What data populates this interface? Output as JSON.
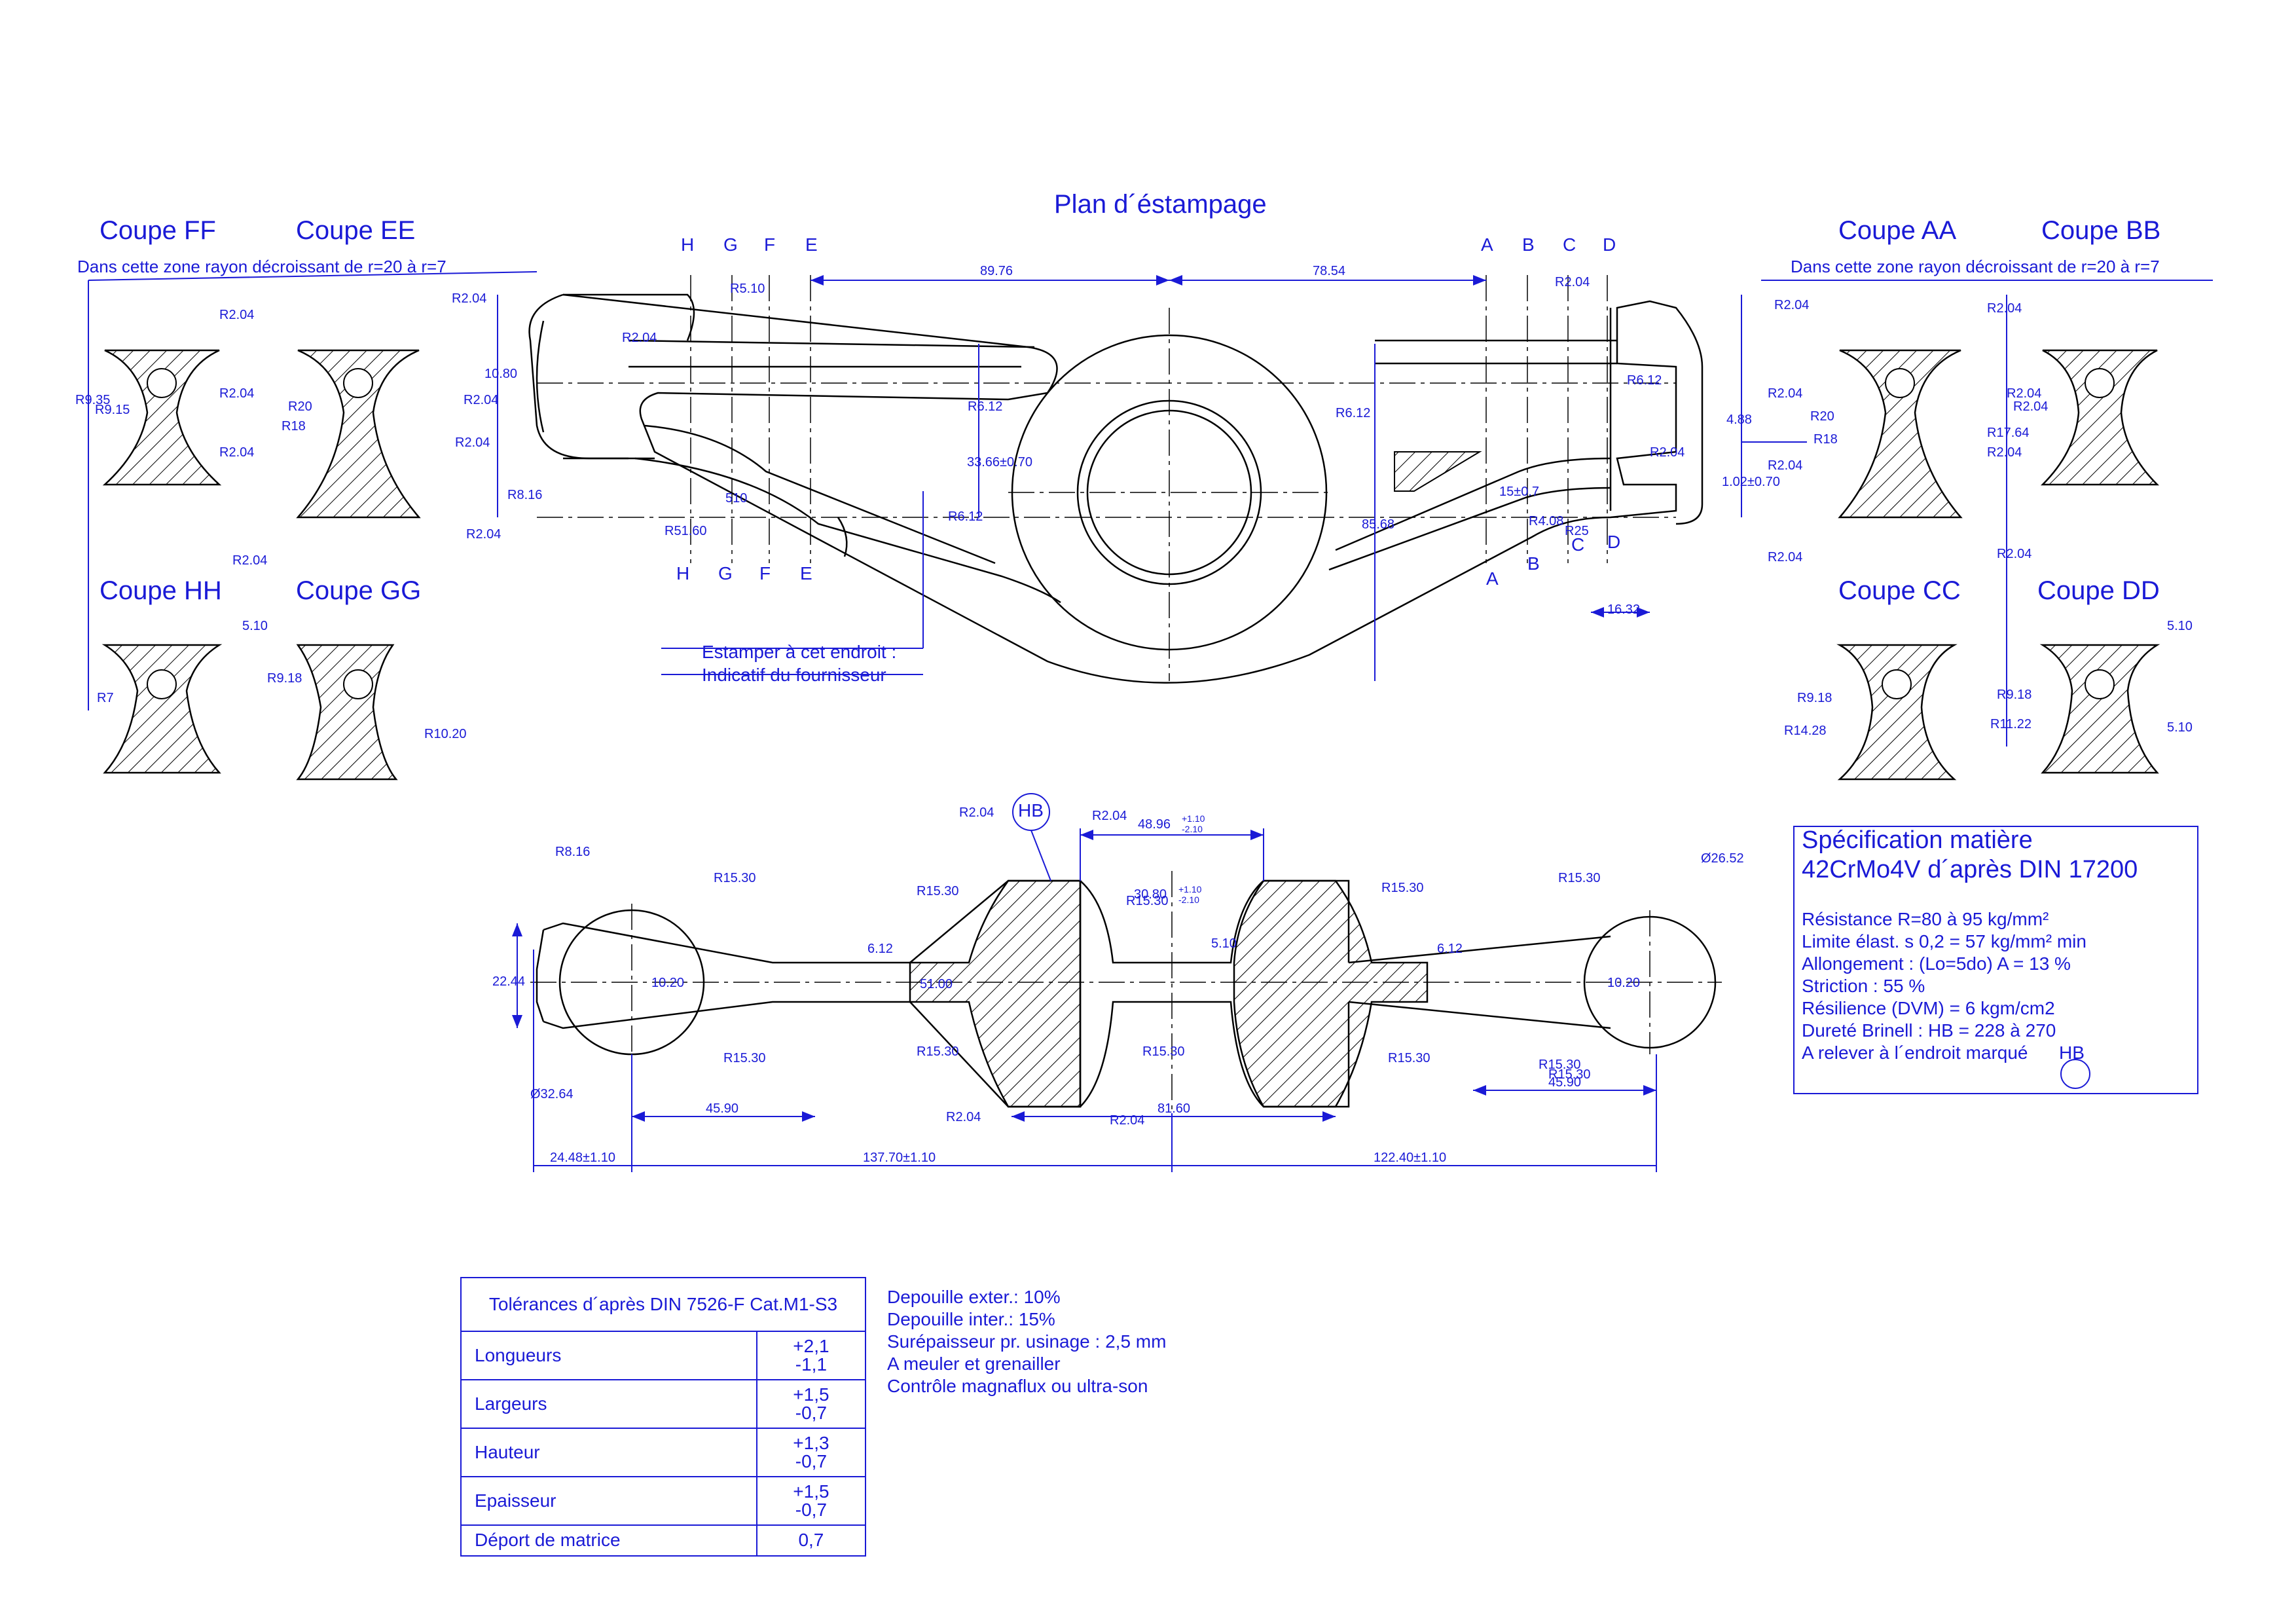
{
  "title": "Plan d´éstampage",
  "note_zone_left": "Dans cette zone rayon décroissant de r=20 à r=7",
  "note_zone_right": "Dans cette zone rayon décroissant de r=20 à r=7",
  "sections": {
    "ff": "Coupe FF",
    "ee": "Coupe EE",
    "hh": "Coupe HH",
    "gg": "Coupe GG",
    "aa": "Coupe AA",
    "bb": "Coupe BB",
    "cc": "Coupe CC",
    "dd": "Coupe DD"
  },
  "cut_letters_top": [
    "H",
    "G",
    "F",
    "E",
    "A",
    "B",
    "C",
    "D"
  ],
  "cut_letters_bottom": [
    "H",
    "G",
    "F",
    "E",
    "A",
    "B",
    "C",
    "D"
  ],
  "stamp_note": [
    "Estamper à cet endroit :",
    "Indicatif du fournisseur"
  ],
  "dims_top": {
    "d1": "89.76",
    "d2": "78.54",
    "d3": "16.32",
    "r612a": "R6.12",
    "r612b": "R6.12",
    "r612c": "R6.12",
    "r612d": "R6.12",
    "r204a": "R2.04",
    "r204b": "R2.04",
    "r204c": "R2.04",
    "r510": "R5.10",
    "r5160": "R51.60",
    "r816": "R8.16",
    "r25": "R25",
    "r48": "R4.08",
    "v1": "33.66±0.70",
    "v2": "85.68",
    "v3": "1.02±0.70",
    "v4": "4.88",
    "v5": "15±0.7",
    "v6": "10.80",
    "v7": "510"
  },
  "section_dims": {
    "ff": [
      "R2.04",
      "R9.35",
      "R9.15"
    ],
    "ee": [
      "R2.04",
      "R2.04",
      "R2.04",
      "R2.04",
      "R2.04",
      "R2.04",
      "R20",
      "R18",
      "R2.04"
    ],
    "hh": [
      "5.10",
      "R7"
    ],
    "gg": [
      "R9.18",
      "R10.20"
    ],
    "aa": [
      "R2.04",
      "R2.04",
      "R2.04",
      "R2.04",
      "R2.04",
      "R20",
      "R18"
    ],
    "bb": [
      "R2.04",
      "R2.04",
      "R17.64",
      "R2.04",
      "R2.04"
    ],
    "cc": [
      "R9.18",
      "R14.28"
    ],
    "dd": [
      "5.10",
      "5.10",
      "R9.18",
      "R11.22"
    ]
  },
  "dims_bottom": {
    "hb": "HB",
    "w1": "48.96",
    "w1_tol_up": "+1.10",
    "w1_tol_dn": "-2.10",
    "w2": "30.80",
    "w2_tol_up": "+1.10",
    "w2_tol_dn": "-2.10",
    "r816": "R8.16",
    "r204a": "R2.04",
    "r204b": "R2.04",
    "r204c": "R2.04",
    "r204d": "R2.04",
    "r1530": [
      "R15.30",
      "R15.30",
      "R15.30",
      "R15.30",
      "R15.30",
      "R15.30",
      "R15.30",
      "R15.30",
      "R15.30",
      "R15.30",
      "R15.30"
    ],
    "h1": "22.44",
    "h2": "10.20",
    "h3": "6.12",
    "h4": "51.00",
    "h5": "5.10",
    "h6": "6.12",
    "h7": "10.20",
    "phi1": "Ø32.64",
    "phi2": "Ø26.52",
    "l1": "45.90",
    "l2": "81.60",
    "l3": "45.90",
    "l4": "24.48±1.10",
    "l5": "137.70±1.10",
    "l6": "122.40±1.10"
  },
  "material": {
    "title1": "Spécification matière",
    "title2": "42CrMo4V d´après DIN 17200",
    "lines": [
      "Résistance  R=80 à 95 kg/mm²",
      "Limite élast. s 0,2 = 57 kg/mm² min",
      "Allongement : (Lo=5do) A = 13 %",
      "Striction : 55 %",
      "Résilience (DVM) = 6 kgm/cm2",
      "Dureté Brinell : HB = 228 à 270",
      "A relever à l´endroit marqué"
    ],
    "hb_mark": "HB"
  },
  "tolerances": {
    "title": "Tolérances d´après DIN 7526-F Cat.M1-S3",
    "rows": [
      {
        "label": "Longueurs",
        "up": "+2,1",
        "dn": "-1,1"
      },
      {
        "label": "Largeurs",
        "up": "+1,5",
        "dn": "-0,7"
      },
      {
        "label": "Hauteur",
        "up": "+1,3",
        "dn": "-0,7"
      },
      {
        "label": "Epaisseur",
        "up": "+1,5",
        "dn": "-0,7"
      },
      {
        "label": "Déport de matrice",
        "up": "0,7",
        "dn": ""
      }
    ]
  },
  "notes": [
    "Depouille exter.:  10%",
    "Depouille inter.:  15%",
    "Surépaisseur pr. usinage : 2,5 mm",
    "A meuler et grenailler",
    "Contrôle magnaflux ou ultra-son"
  ]
}
